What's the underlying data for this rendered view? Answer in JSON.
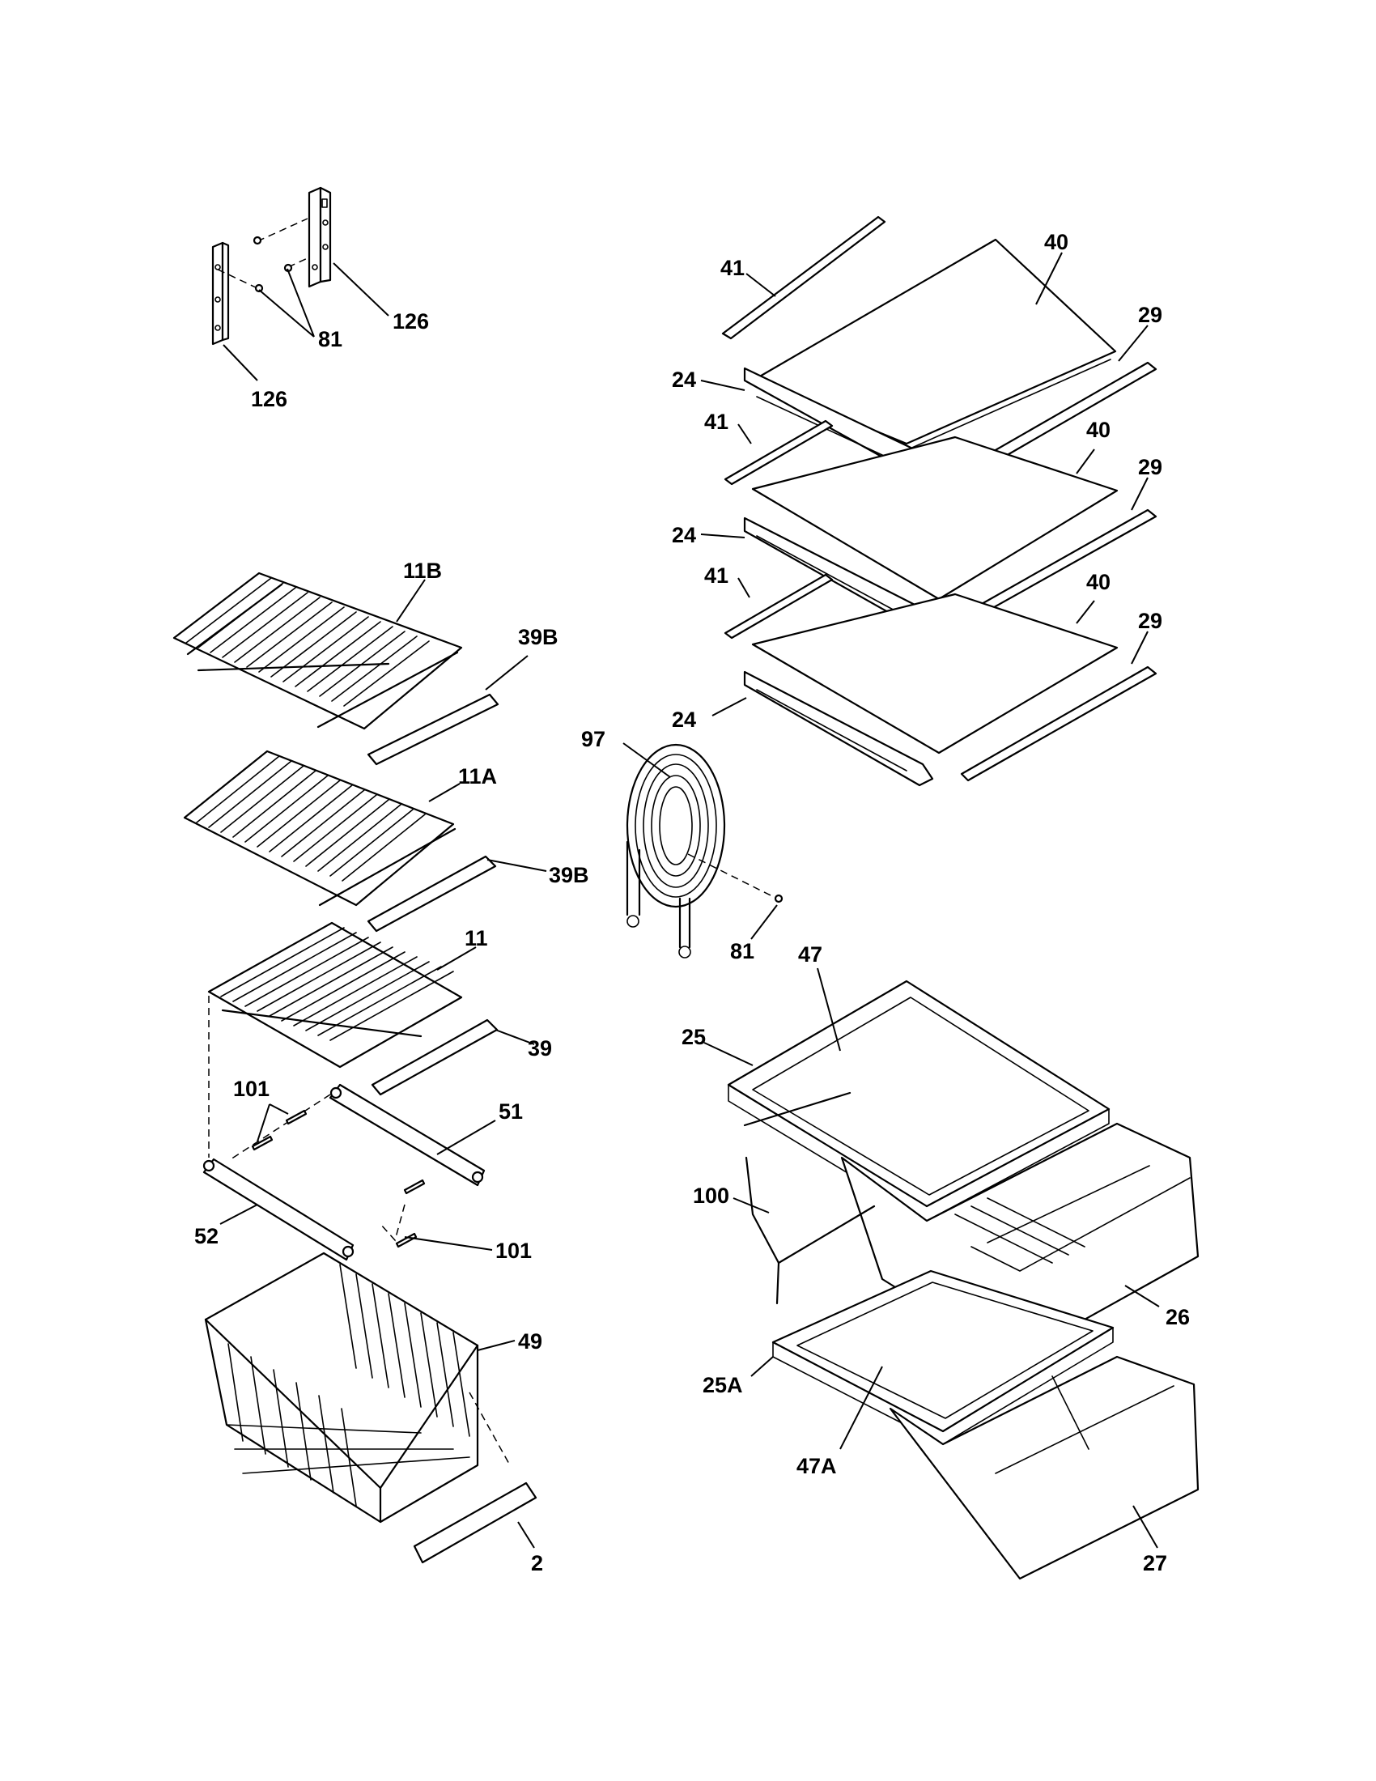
{
  "parts": {
    "p126a": "126",
    "p126b": "126",
    "p81a": "81",
    "p41a": "41",
    "p40a": "40",
    "p29a": "29",
    "p24a": "24",
    "p41b": "41",
    "p40b": "40",
    "p29b": "29",
    "p24b": "24",
    "p41c": "41",
    "p40c": "40",
    "p29c": "29",
    "p24c": "24",
    "p11B": "11B",
    "p39Ba": "39B",
    "p11A": "11A",
    "p39Bb": "39B",
    "p97": "97",
    "p81b": "81",
    "p11": "11",
    "p39": "39",
    "p101a": "101",
    "p51": "51",
    "p52": "52",
    "p101b": "101",
    "p47": "47",
    "p25": "25",
    "p100": "100",
    "p26": "26",
    "p49": "49",
    "p25A": "25A",
    "p47A": "47A",
    "p2": "2",
    "p27": "27"
  }
}
